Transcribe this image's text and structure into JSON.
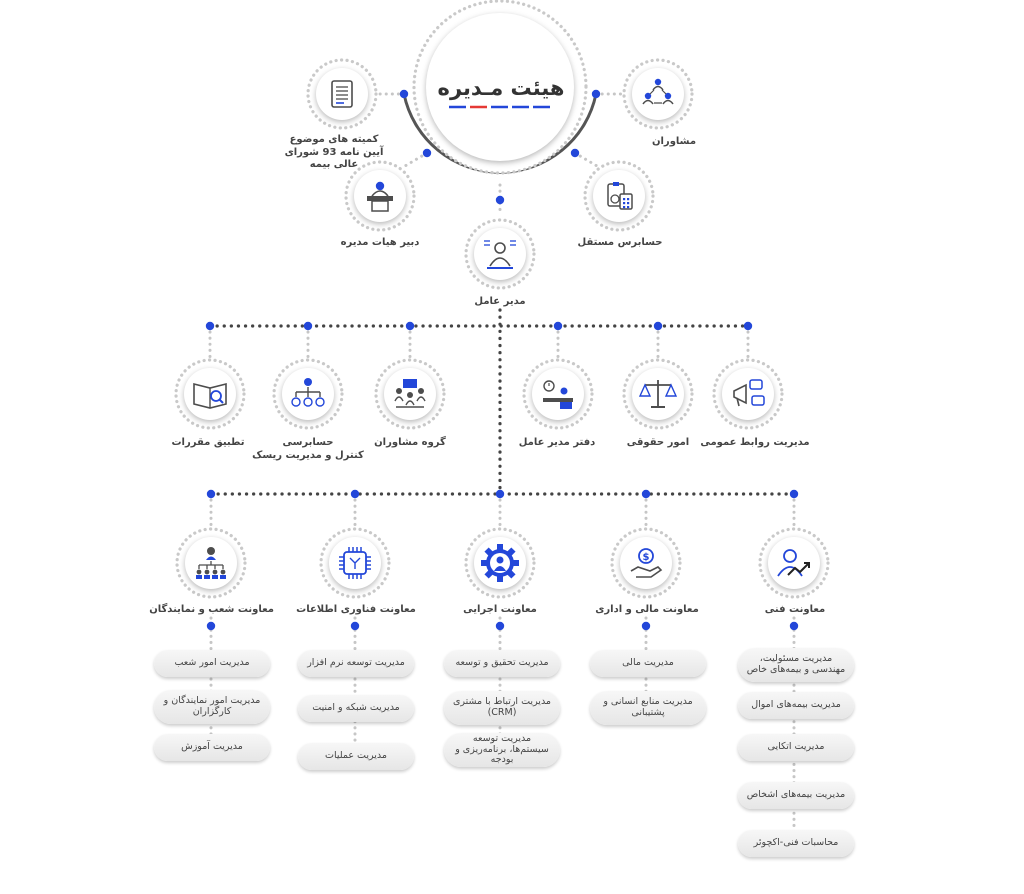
{
  "board": {
    "title": "هیئت مـدیره",
    "accent_blue": "#2347d9",
    "accent_red": "#e53935"
  },
  "top_units": {
    "advisors": "مشاوران",
    "committees": "کمیته های موضوع آیین نامه 93 شورای عالی بیمه",
    "board_secretary": "دبیر هیات مدیره",
    "auditor": "حسابرس مستقل",
    "ceo": "مدیر عامل"
  },
  "staff_units": [
    {
      "id": "public-relations",
      "label": "مدیریت روابط عمومی",
      "icon": "megaphone-icon"
    },
    {
      "id": "legal",
      "label": "امور حقوقی",
      "icon": "scales-icon"
    },
    {
      "id": "ceo-office",
      "label": "دفتر مدیر عامل",
      "icon": "office-desk-icon"
    },
    {
      "id": "advisory-group",
      "label": "گروه مشاوران",
      "icon": "meeting-icon"
    },
    {
      "id": "audit-risk",
      "label": "حسابرسی کنترل و مدیریت ریسک",
      "icon": "hierarchy-icon"
    },
    {
      "id": "compliance",
      "label": "تطبیق مقررات",
      "icon": "book-search-icon"
    }
  ],
  "audit_label_line1": "حسابرسی",
  "audit_label_line2": "کنترل و مدیریت ریسک",
  "deputies": [
    {
      "id": "technical",
      "label": "معاونت فنی",
      "icon": "person-growth-icon",
      "items": [
        "مدیریت مسئولیت، مهندسی و بیمه‌های خاص",
        "مدیریت بیمه‌های اموال",
        "مدیریت اتکایی",
        "مدیریت بیمه‌های اشخاص",
        "محاسبات فنی-اکچوئر"
      ]
    },
    {
      "id": "finance",
      "label": "معاونت مالی و اداری",
      "icon": "money-hand-icon",
      "items": [
        "مدیریت مالی",
        "مدیریت منابع انسانی و پشتیبانی"
      ]
    },
    {
      "id": "executive",
      "label": "معاونت اجرایی",
      "icon": "gear-person-icon",
      "items": [
        "مدیریت تحقیق و توسعه",
        "مدیریت ارتباط با مشتری (CRM)",
        "مدیریت توسعه سیستم‌ها، برنامه‌ریزی و بودجه"
      ]
    },
    {
      "id": "it",
      "label": "معاونت فناوری اطلاعات",
      "icon": "chip-icon",
      "items": [
        "مدیریت توسعه نرم افزار",
        "مدیریت شبکه و امنیت",
        "مدیریت عملیات"
      ]
    },
    {
      "id": "branches",
      "label": "معاونت شعب و نمایندگان",
      "icon": "branch-network-icon",
      "items": [
        "مدیریت امور شعب",
        "مدیریت امور نمایندگان و کارگزاران",
        "مدیریت آموزش"
      ]
    }
  ]
}
